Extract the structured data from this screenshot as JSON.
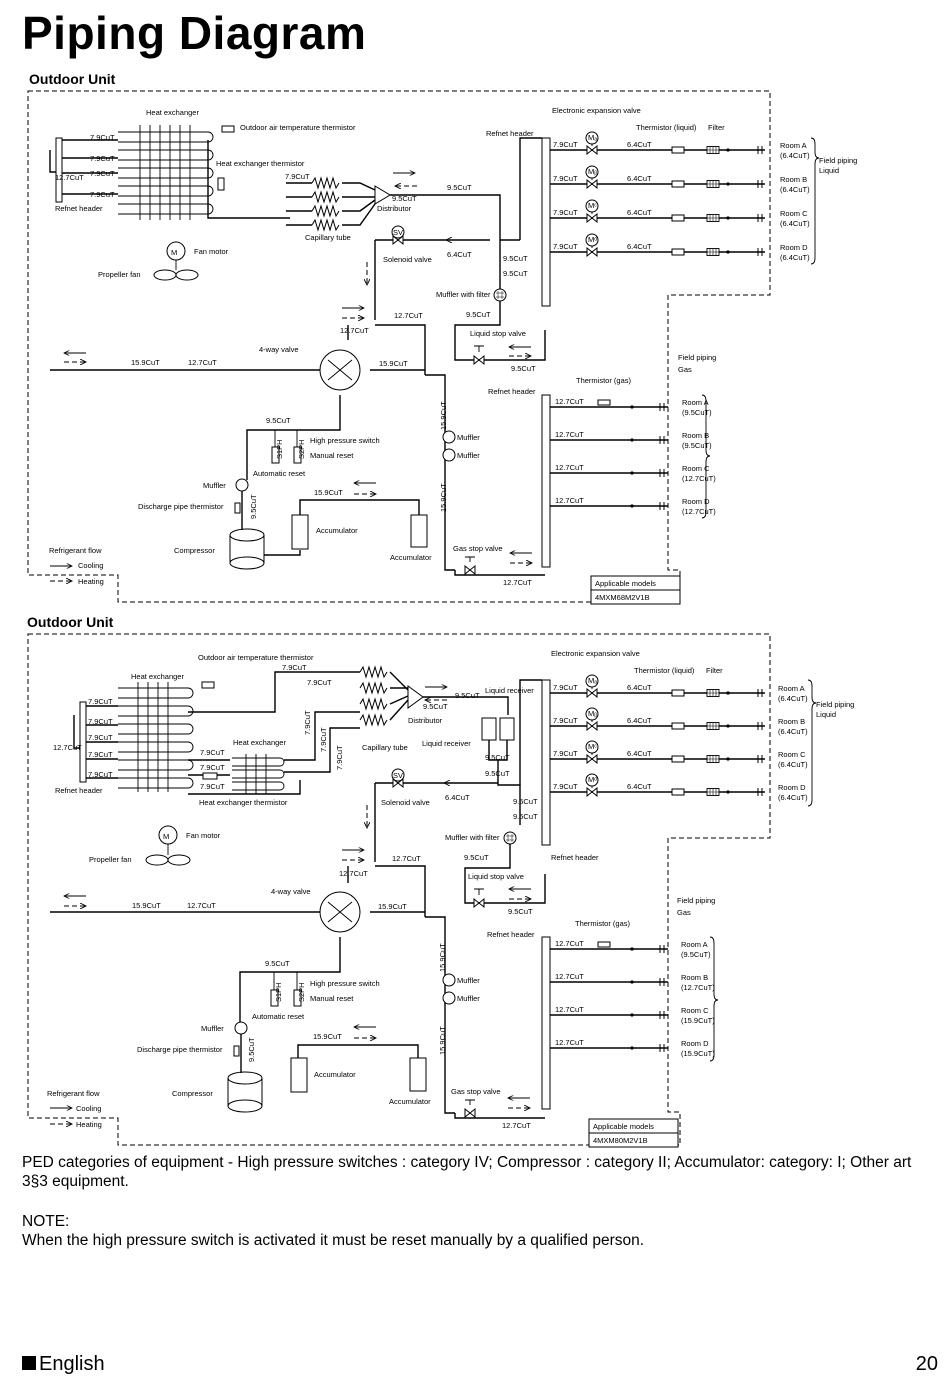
{
  "title": "Piping Diagram",
  "diagram1": {
    "section_title": "Outdoor Unit",
    "labels": {
      "heat_exchanger": "Heat exchanger",
      "outdoor_air_thermistor": "Outdoor air temperature thermistor",
      "hx_thermistor": "Heat exchanger thermistor",
      "refnet_header_left": "Refnet header",
      "capillary_tube": "Capillary tube",
      "distributor": "Distributor",
      "fan_motor": "Fan motor",
      "propeller_fan": "Propeller fan",
      "solenoid_valve": "Solenoid valve",
      "muffler_with_filter": "Muffler with filter",
      "liquid_stop_valve": "Liquid stop valve",
      "four_way_valve": "4-way valve",
      "high_pressure_switch": "High pressure switch",
      "manual_reset": "Manual reset",
      "automatic_reset": "Automatic reset",
      "muffler": "Muffler",
      "discharge_thermistor": "Discharge pipe thermistor",
      "accumulator": "Accumulator",
      "compressor": "Compressor",
      "gas_stop_valve": "Gas stop valve",
      "refnet_header_gas": "Refnet header",
      "refnet_header_liquid": "Refnet header",
      "eev": "Electronic expansion valve",
      "thermistor_liquid": "Thermistor (liquid)",
      "filter": "Filter",
      "thermistor_gas": "Thermistor (gas)",
      "field_piping_liquid": "Field piping",
      "liquid": "Liquid",
      "field_piping_gas": "Field piping",
      "gas": "Gas",
      "refrigerant_flow": "Refrigerant flow",
      "cooling": "Cooling",
      "heating": "Heating",
      "applicable_models": "Applicable models",
      "model": "4MXM68M2V1B",
      "sv": "SV",
      "m": "M",
      "s1ph": "S1PH",
      "s2ph": "S2PH",
      "ma": "Mₐ",
      "mb": "Mᵦ",
      "mc": "Mᶜ",
      "md": "Mᵈ"
    },
    "pipes": {
      "p79a": "7.9CuT",
      "p79b": "7.9CuT",
      "p79c": "7.9CuT",
      "p79d": "7.9CuT",
      "p127": "12.7CuT",
      "p79e": "7.9CuT",
      "p95a": "9.5CuT",
      "p95b": "9.5CuT",
      "p64": "6.4CuT",
      "p95c": "9.5CuT",
      "p95d": "9.5CuT",
      "p95e": "9.5CuT",
      "p127b": "12.7CuT",
      "p127c": "12.7CuT",
      "p159a": "15.9CuT",
      "p127d": "12.7CuT",
      "p159b": "15.9CuT",
      "p95f": "9.5CuT",
      "p159c": "15.9CuT",
      "p159d": "15.9CuT",
      "p95g": "9.5CuT",
      "p159e": "15.9CuT",
      "p127e": "12.7CuT",
      "p95h": "9.5CuT"
    },
    "liquid_rows": [
      {
        "pipe": "7.9CuT",
        "out": "6.4CuT",
        "room": "Room A",
        "size": "(6.4CuT)"
      },
      {
        "pipe": "7.9CuT",
        "out": "6.4CuT",
        "room": "Room B",
        "size": "(6.4CuT)"
      },
      {
        "pipe": "7.9CuT",
        "out": "6.4CuT",
        "room": "Room C",
        "size": "(6.4CuT)"
      },
      {
        "pipe": "7.9CuT",
        "out": "6.4CuT",
        "room": "Room D",
        "size": "(6.4CuT)"
      }
    ],
    "gas_rows": [
      {
        "pipe": "12.7CuT",
        "room": "Room A",
        "size": "(9.5CuT)"
      },
      {
        "pipe": "12.7CuT",
        "room": "Room B",
        "size": "(9.5CuT)"
      },
      {
        "pipe": "12.7CuT",
        "room": "Room C",
        "size": "(12.7CuT)"
      },
      {
        "pipe": "12.7CuT",
        "room": "Room D",
        "size": "(12.7CuT)"
      }
    ]
  },
  "diagram2": {
    "section_title": "Outdoor Unit",
    "labels": {
      "heat_exchanger": "Heat exchanger",
      "outdoor_air_thermistor": "Outdoor air temperature thermistor",
      "hx_thermistor": "Heat exchanger thermistor",
      "heat_exchanger2": "Heat exchanger",
      "refnet_header_left": "Refnet header",
      "capillary_tube": "Capillary tube",
      "distributor": "Distributor",
      "liquid_receiver": "Liquid receiver",
      "liquid_receiver2": "Liquid receiver",
      "fan_motor": "Fan motor",
      "propeller_fan": "Propeller fan",
      "solenoid_valve": "Solenoid valve",
      "muffler_with_filter": "Muffler with filter",
      "liquid_stop_valve": "Liquid stop valve",
      "four_way_valve": "4-way valve",
      "high_pressure_switch": "High pressure switch",
      "manual_reset": "Manual reset",
      "automatic_reset": "Automatic reset",
      "muffler": "Muffler",
      "discharge_thermistor": "Discharge pipe thermistor",
      "accumulator": "Accumulator",
      "compressor": "Compressor",
      "gas_stop_valve": "Gas stop valve",
      "refnet_header_gas": "Refnet header",
      "refnet_header_liquid": "Refnet header",
      "eev": "Electronic expansion valve",
      "thermistor_liquid": "Thermistor (liquid)",
      "filter": "Filter",
      "thermistor_gas": "Thermistor (gas)",
      "field_piping_liquid": "Field piping",
      "liquid": "Liquid",
      "field_piping_gas": "Field piping",
      "gas": "Gas",
      "refrigerant_flow": "Refrigerant flow",
      "cooling": "Cooling",
      "heating": "Heating",
      "applicable_models": "Applicable models",
      "model": "4MXM80M2V1B",
      "sv": "SV",
      "m": "M",
      "s1ph": "S1PH",
      "s2ph": "S2PH",
      "ma": "Mₐ",
      "mb": "Mᵦ",
      "mc": "Mᶜ",
      "md": "Mᵈ"
    },
    "pipes": {
      "p79a": "7.9CuT",
      "p79b": "7.9CuT",
      "p79c": "7.9CuT",
      "p79d": "7.9CuT",
      "p79e": "7.9CuT",
      "p127": "12.7CuT",
      "p79f": "7.9CuT",
      "p79g": "7.9CuT",
      "p79h": "7.9CuT",
      "p79i": "7.9CuT",
      "p79j": "7.9CuT",
      "p79k": "7.9CuT",
      "p95a": "9.5CuT",
      "p95b": "9.5CuT",
      "p95c": "9.5CuT",
      "p64": "6.4CuT",
      "p95d": "9.5CuT",
      "p95e": "9.5CuT",
      "p95f": "9.5CuT",
      "p127b": "12.7CuT",
      "p127c": "12.7CuT",
      "p159a": "15.9CuT",
      "p127d": "12.7CuT",
      "p159b": "15.9CuT",
      "p95g": "9.5CuT",
      "p159c": "15.9CuT",
      "p159d": "15.9CuT",
      "p95h": "9.5CuT",
      "p159e": "15.9CuT",
      "p127e": "12.7CuT",
      "p95i": "9.5CuT"
    },
    "liquid_rows": [
      {
        "pipe": "7.9CuT",
        "out": "6.4CuT",
        "room": "Room A",
        "size": "(6.4CuT)"
      },
      {
        "pipe": "7.9CuT",
        "out": "6.4CuT",
        "room": "Room B",
        "size": "(6.4CuT)"
      },
      {
        "pipe": "7.9CuT",
        "out": "6.4CuT",
        "room": "Room C",
        "size": "(6.4CuT)"
      },
      {
        "pipe": "7.9CuT",
        "out": "6.4CuT",
        "room": "Room D",
        "size": "(6.4CuT)"
      }
    ],
    "gas_rows": [
      {
        "pipe": "12.7CuT",
        "room": "Room A",
        "size": "(9.5CuT)"
      },
      {
        "pipe": "12.7CuT",
        "room": "Room B",
        "size": "(12.7CuT)"
      },
      {
        "pipe": "12.7CuT",
        "room": "Room C",
        "size": "(15.9CuT)"
      },
      {
        "pipe": "12.7CuT",
        "room": "Room D",
        "size": "(15.9CuT)"
      }
    ]
  },
  "footer": {
    "ped_text": "PED categories of equipment - High pressure switches : category IV; Compressor : category II; Accumulator: category: I; Other art 3§3 equipment.",
    "note_title": "NOTE:",
    "note_text": "When the high pressure switch is activated it must be reset manually by a qualified person."
  },
  "language": "English",
  "page_number": "20"
}
